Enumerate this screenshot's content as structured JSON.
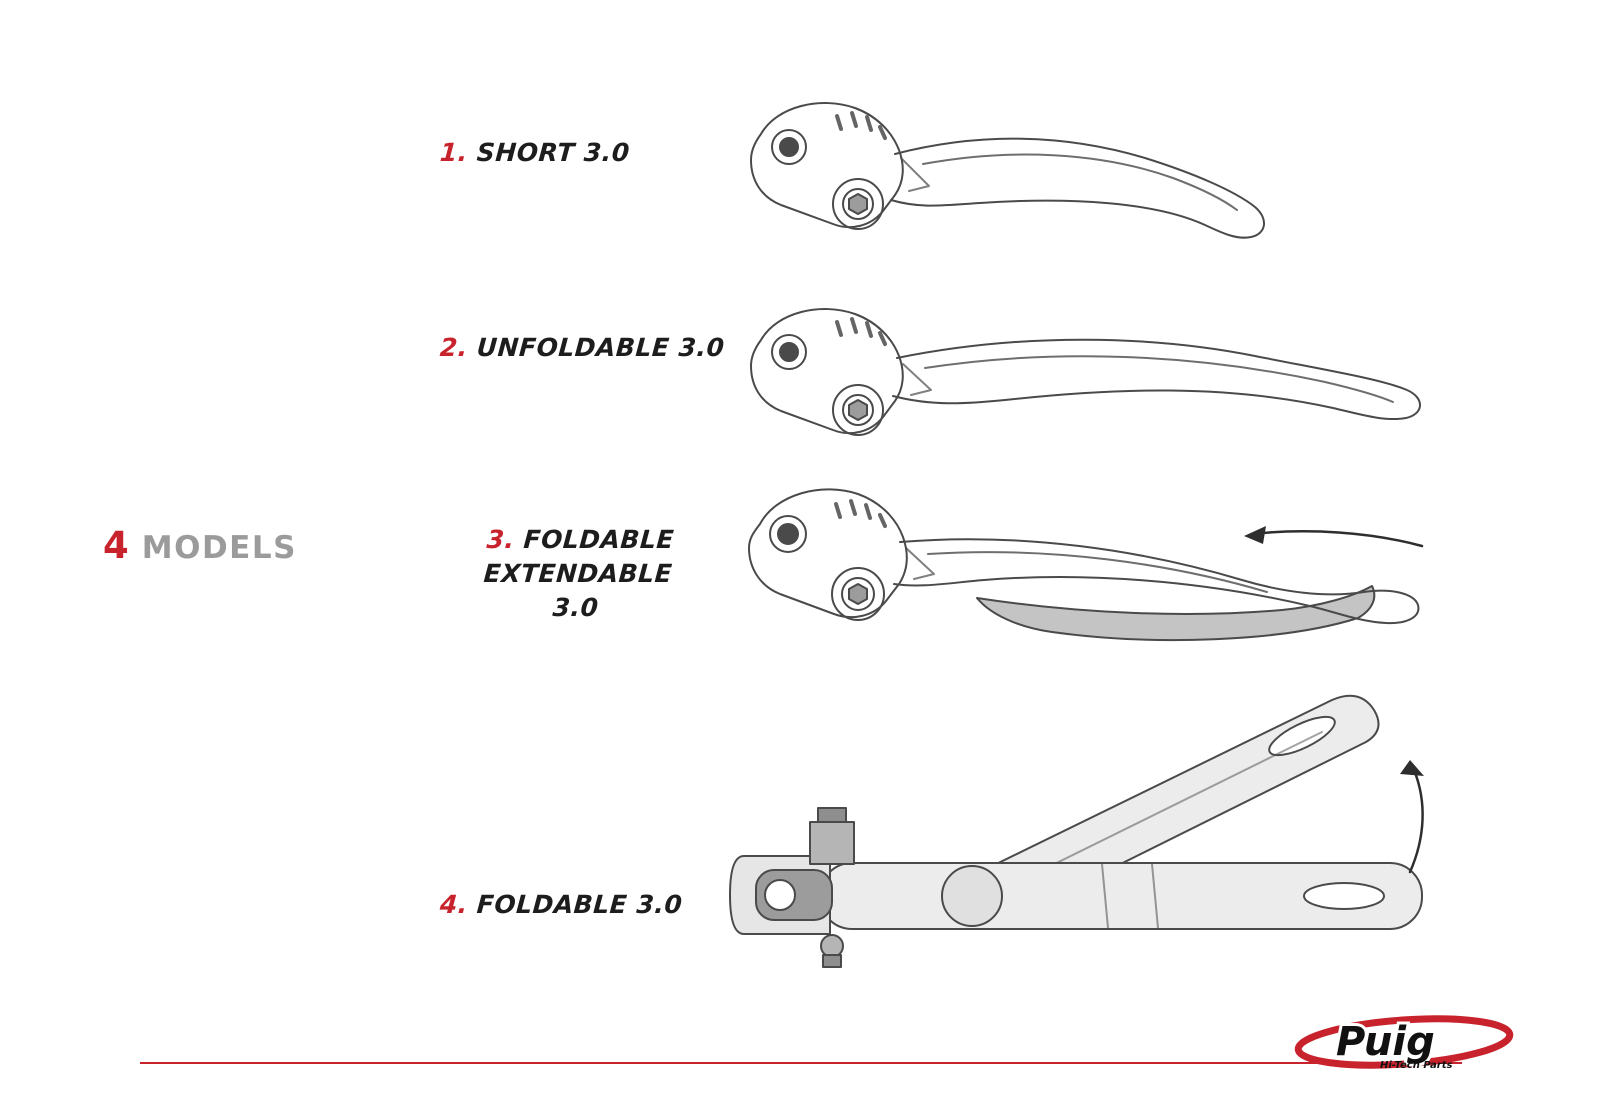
{
  "heading": {
    "count": "4",
    "word": "MODELS"
  },
  "models": [
    {
      "number": "1.",
      "name": "SHORT 3.0",
      "illustration": "short-lever"
    },
    {
      "number": "2.",
      "name": "UNFOLDABLE 3.0",
      "illustration": "unfoldable-lever"
    },
    {
      "number": "3.",
      "name": "FOLDABLE EXTENDABLE",
      "name_line2": "3.0",
      "illustration": "foldable-extendable-lever"
    },
    {
      "number": "4.",
      "name": "FOLDABLE 3.0",
      "illustration": "foldable-lever"
    }
  ],
  "footer": {
    "brand": "Puig",
    "tagline": "Hi-Tech Parts"
  },
  "icons": {
    "retract_arrow": "arrow-left-curved-icon",
    "fold_arrow": "arrow-up-curved-icon"
  },
  "colors": {
    "accent": "#c8232c",
    "heading_gray": "#9b9b9b",
    "line_art": "#4a4a4a",
    "insert_gray": "#c4c4c4"
  }
}
